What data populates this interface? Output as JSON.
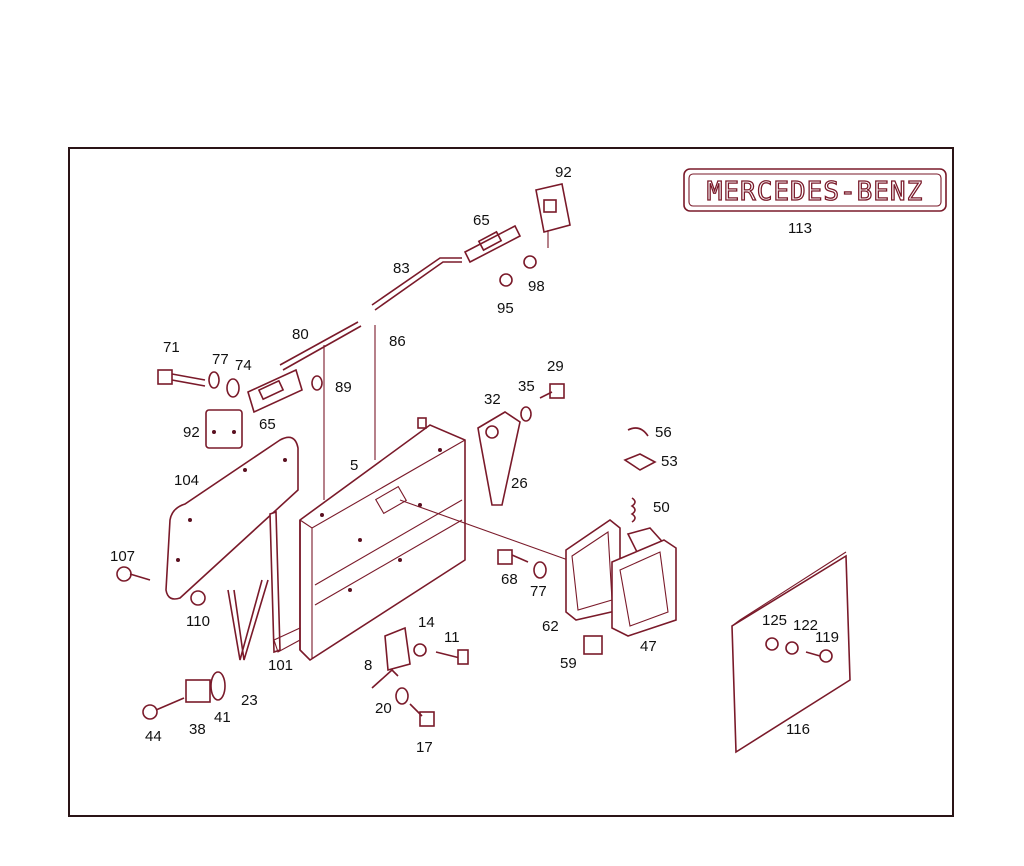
{
  "diagram": {
    "logo_text": "MERCEDES-BENZ",
    "colors": {
      "line": "#7a1a2a",
      "frame": "#2a1416",
      "label": "#111111"
    },
    "labels": [
      "92",
      "65",
      "83",
      "98",
      "95",
      "113",
      "80",
      "86",
      "71",
      "77",
      "74",
      "89",
      "65",
      "92",
      "29",
      "35",
      "32",
      "26",
      "56",
      "53",
      "50",
      "104",
      "5",
      "107",
      "68",
      "77",
      "110",
      "101",
      "62",
      "47",
      "59",
      "14",
      "11",
      "8",
      "20",
      "17",
      "44",
      "38",
      "41",
      "23",
      "125",
      "122",
      "119",
      "116"
    ]
  }
}
